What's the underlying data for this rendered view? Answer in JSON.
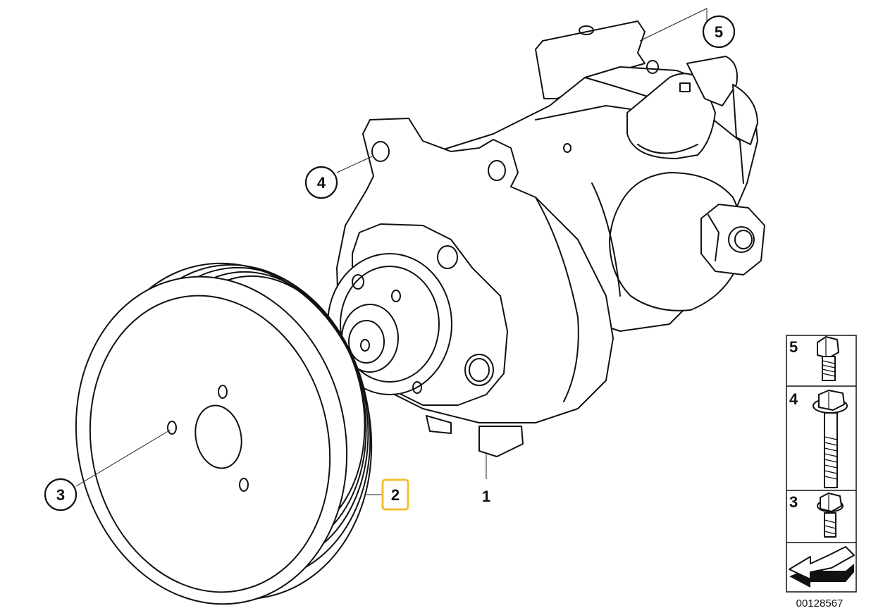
{
  "callouts": {
    "pump": "1",
    "pulley": "2",
    "pulley_bolt": "3",
    "mount_bolt_front": "4",
    "mount_bolt_rear": "5"
  },
  "legend": {
    "rows": [
      {
        "label": "5",
        "icon": "short-hex-bolt-icon"
      },
      {
        "label": "4",
        "icon": "long-flange-bolt-icon"
      },
      {
        "label": "3",
        "icon": "small-hex-bolt-icon"
      }
    ],
    "direction_icon": "arrow-icon"
  },
  "doc_number": "00128567",
  "colors": {
    "highlight": "#f0c030",
    "line": "#111111"
  }
}
